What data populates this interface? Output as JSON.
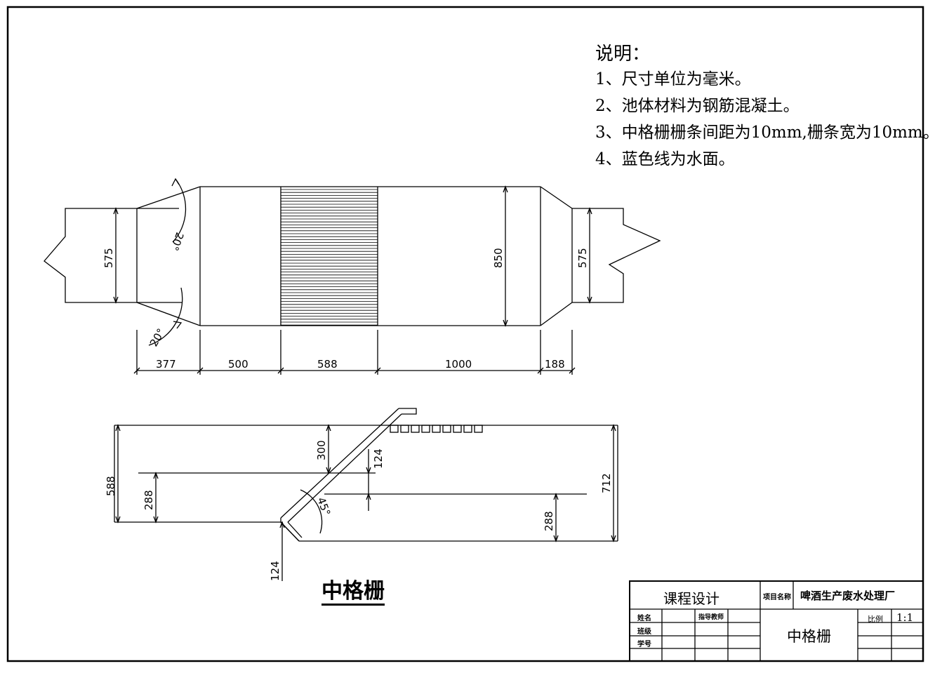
{
  "notes": {
    "title": "说明：",
    "lines": [
      "1、尺寸单位为毫米。",
      "2、池体材料为钢筋混凝土。",
      "3、中格栅栅条间距为10mm,栅条宽为10mm。",
      "4、蓝色线为水面。"
    ]
  },
  "plan_view": {
    "dims_bottom": [
      "377",
      "500",
      "588",
      "1000",
      "188"
    ],
    "inlet_width": "575",
    "outlet_width": "575",
    "channel_width": "850",
    "angle_top": "20°",
    "angle_bottom": "20°"
  },
  "section_view": {
    "dims": [
      "588",
      "288",
      "300",
      "124",
      "45°",
      "288",
      "712",
      "124"
    ]
  },
  "drawing_title": "中格栅",
  "title_block": {
    "course": "课程设计",
    "project_label": "项目名称",
    "project_name": "啤酒生产废水处理厂",
    "name_label": "姓名",
    "advisor_label": "指导教师",
    "class_label": "班级",
    "id_label": "学号",
    "sheet_name": "中格栅",
    "scale_label": "比例",
    "scale_value": "1:1"
  }
}
